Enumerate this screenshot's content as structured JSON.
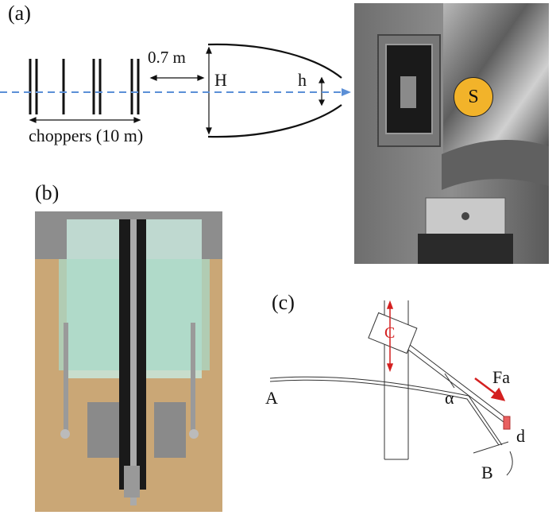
{
  "panel_a": {
    "label": "(a)",
    "distance": "0.7 m",
    "choppers": "choppers (10 m)",
    "H": "H",
    "h": "h",
    "sample_marker": "S",
    "colors": {
      "beam": "#5b8fd6",
      "sample_fill": "#f2b32a"
    }
  },
  "panel_b": {
    "label": "(b)"
  },
  "panel_c": {
    "label": "(c)",
    "C": "C",
    "A": "A",
    "B": "B",
    "d": "d",
    "alpha": "α",
    "Fa": "Fa",
    "colors": {
      "force_arrow": "#d42020"
    }
  }
}
